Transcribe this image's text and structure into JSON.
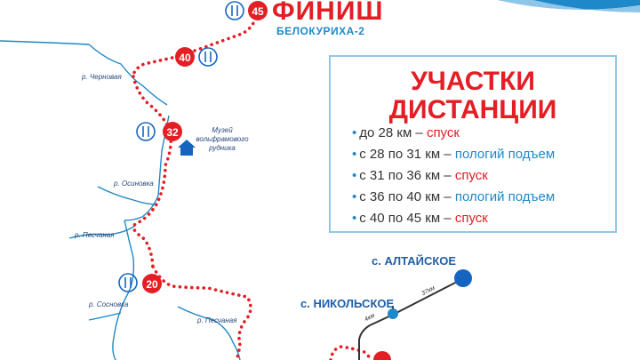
{
  "finish": {
    "title": "ФИНИШ",
    "subtitle": "БЕЛОКУРИХА-2"
  },
  "legend": {
    "title_line1": "УЧАСТКИ",
    "title_line2": "ДИСТАНЦИИ",
    "items": [
      {
        "range": "до 28 км – ",
        "terrain": "спуск",
        "color": "#e31e24"
      },
      {
        "range": "с 28 по 31 км – ",
        "terrain": "пологий подъем",
        "color": "#1e88c8"
      },
      {
        "range": "с 31 по 36 км – ",
        "terrain": "спуск",
        "color": "#e31e24"
      },
      {
        "range": "с 36 по 40 км – ",
        "terrain": "пологий подъем",
        "color": "#1e88c8"
      },
      {
        "range": "с 40 по 45 км – ",
        "terrain": "спуск",
        "color": "#e31e24"
      }
    ]
  },
  "markers": {
    "km45": "45",
    "km40": "40",
    "km32": "32",
    "km20": "20"
  },
  "rivers": {
    "chernovaya": "р. Черновая",
    "osinovka": "р. Осиновка",
    "peschanaya1": "р. Песчаная",
    "sosnovka": "р. Сосновка",
    "peschanaya2": "р. Песчаная"
  },
  "museum": {
    "line1": "Музей",
    "line2": "вольфрамового",
    "line3": "рудника"
  },
  "villages": {
    "altayskoe": "с. АЛТАЙСКОЕ",
    "nikolskoe": "с. НИКОЛЬСКОЕ"
  },
  "distances": {
    "d37": "37км",
    "d4": "4км"
  },
  "colors": {
    "route_red": "#e31e24",
    "river_blue": "#1e88c8",
    "accent_blue": "#1565c0"
  },
  "icons": [
    "fork-knife-icon",
    "house-icon"
  ]
}
